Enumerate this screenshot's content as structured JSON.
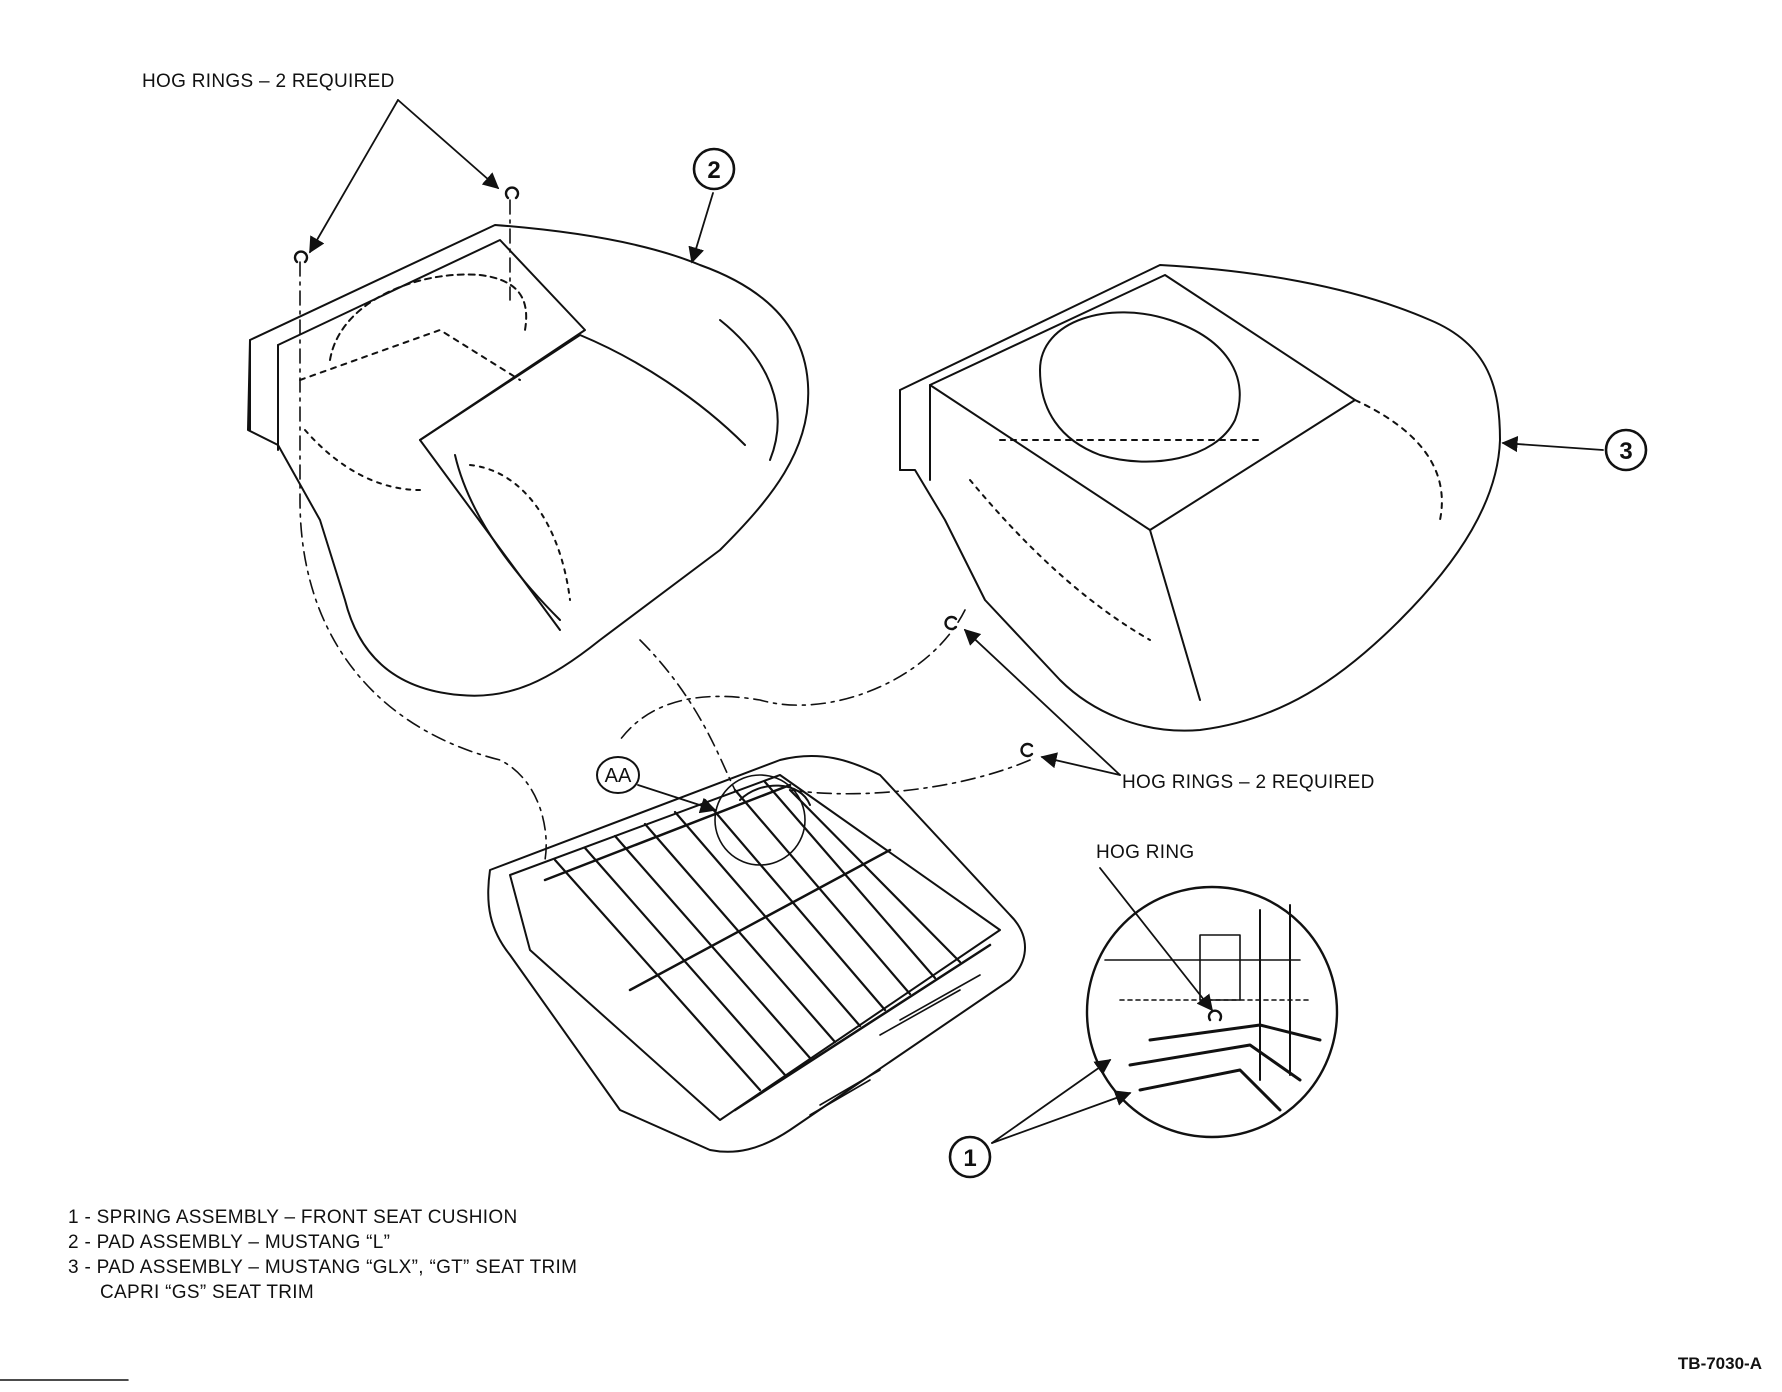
{
  "labels": {
    "hog_rings_top": "HOG RINGS – 2 REQUIRED",
    "hog_rings_right": "HOG RINGS – 2 REQUIRED",
    "hog_ring_detail": "HOG RING"
  },
  "callouts": {
    "one": "1",
    "two": "2",
    "three": "3",
    "detail": "AA"
  },
  "legend": {
    "item1": "1 - SPRING ASSEMBLY – FRONT SEAT CUSHION",
    "item2": "2 - PAD ASSEMBLY – MUSTANG “L”",
    "item3": "3 - PAD ASSEMBLY – MUSTANG “GLX”, “GT” SEAT TRIM",
    "item3_cont": "CAPRI “GS” SEAT TRIM"
  },
  "figure_code": "TB-7030-A"
}
